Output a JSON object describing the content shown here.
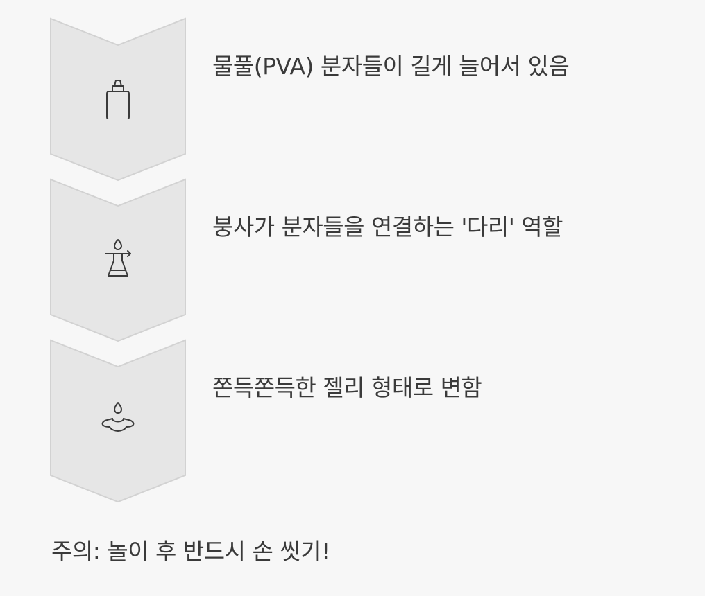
{
  "steps": [
    {
      "text": "물풀(PVA) 분자들이 길게 늘어서 있음",
      "icon": "glue-bottle-icon"
    },
    {
      "text": "붕사가 분자들을 연결하는 '다리' 역할",
      "icon": "flask-icon"
    },
    {
      "text": "쫀득쫀득한 젤리 형태로 변함",
      "icon": "slime-drop-icon"
    }
  ],
  "note": "주의: 놀이 후 반드시 손 씻기!",
  "colors": {
    "chevron_fill": "#e6e6e6",
    "chevron_stroke": "#d2d2d2",
    "icon_stroke": "#3a3a3a",
    "text": "#3a3a3a",
    "background": "#f7f7f7"
  }
}
